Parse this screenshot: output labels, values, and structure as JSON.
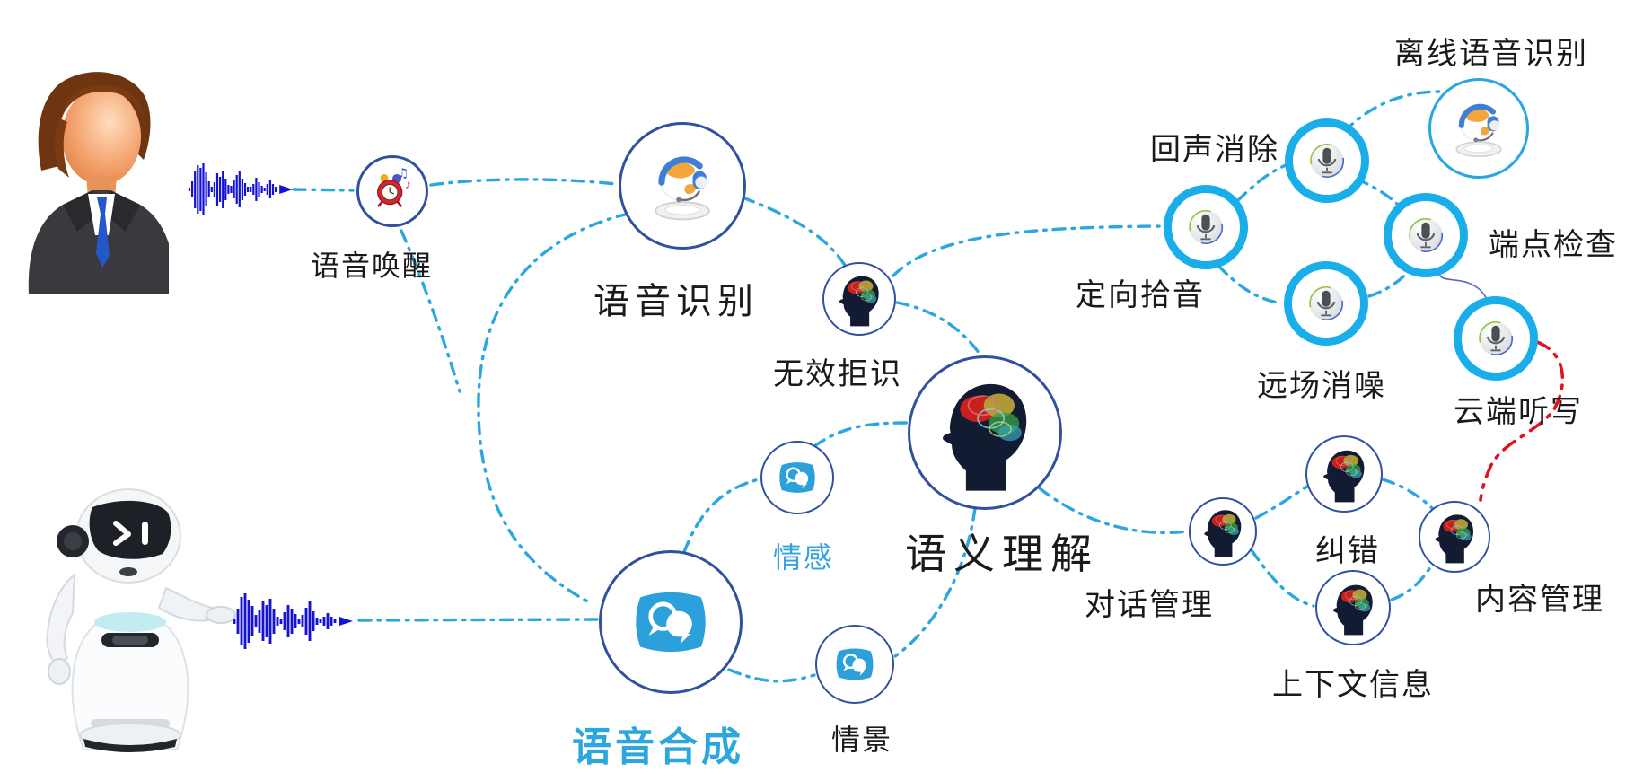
{
  "diagram": {
    "nodes": {
      "voice_wakeup": {
        "label": "语音唤醒"
      },
      "speech_recognition": {
        "label": "语音识别"
      },
      "invalid_rejection": {
        "label": "无效拒识"
      },
      "semantic_understanding": {
        "label": "语义理解"
      },
      "emotion": {
        "label": "情感"
      },
      "speech_synthesis": {
        "label": "语音合成"
      },
      "scenario": {
        "label": "情景"
      },
      "directional_pickup": {
        "label": "定向拾音"
      },
      "echo_cancellation": {
        "label": "回声消除"
      },
      "offline_asr": {
        "label": "离线语音识别"
      },
      "endpoint_check": {
        "label": "端点检查"
      },
      "far_field_denoising": {
        "label": "远场消噪"
      },
      "cloud_dictation": {
        "label": "云端听写"
      },
      "dialogue_management": {
        "label": "对话管理"
      },
      "error_correction": {
        "label": "纠错"
      },
      "content_management": {
        "label": "内容管理"
      },
      "context_information": {
        "label": "上下文信息"
      }
    },
    "colors": {
      "accent_cyan": "#2BA7E0",
      "mic_ring": "#19AEE9",
      "circle_navy": "#31519F",
      "red_link": "#E4121F",
      "blue_label": "#35A3DC",
      "waveform_blue": "#1512D8"
    }
  }
}
